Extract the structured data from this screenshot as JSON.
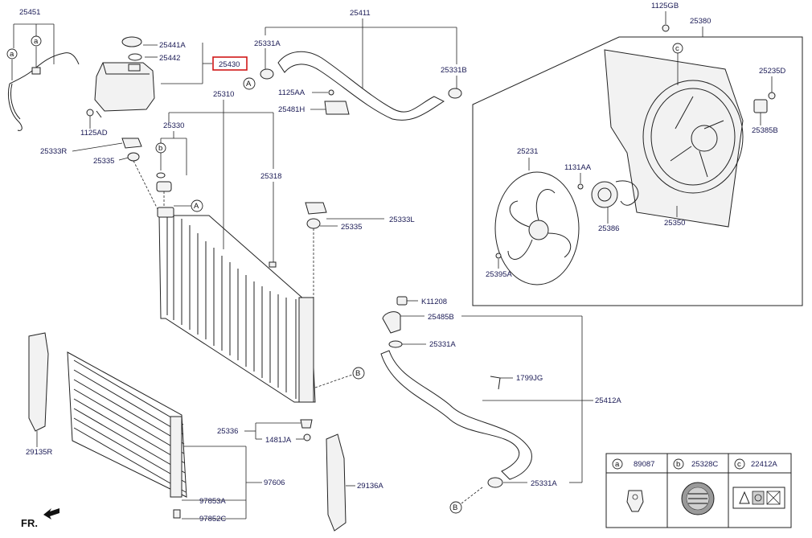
{
  "parts": {
    "p25451": "25451",
    "p25441A": "25441A",
    "p25442": "25442",
    "p25430": "25430",
    "p1125AD": "1125AD",
    "p25333R": "25333R",
    "p25335_top": "25335",
    "p25330": "25330",
    "p25310": "25310",
    "p25411": "25411",
    "p25331A_top": "25331A",
    "p25331B": "25331B",
    "p1125AA": "1125AA",
    "p25481H": "25481H",
    "p25318": "25318",
    "p25333L": "25333L",
    "p25335_mid": "25335",
    "p1125GB": "1125GB",
    "p25380": "25380",
    "p25235D": "25235D",
    "p25385B": "25385B",
    "p25231": "25231",
    "p1131AA": "1131AA",
    "p25386": "25386",
    "p25350": "25350",
    "p25395A": "25395A",
    "pK11208": "K11208",
    "p25485B": "25485B",
    "p25331A_mid": "25331A",
    "p1799JG": "1799JG",
    "p25412A": "25412A",
    "p25331A_bot": "25331A",
    "p25336": "25336",
    "p1481JA": "1481JA",
    "p29135R": "29135R",
    "p29136A": "29136A",
    "p97606": "97606",
    "p97853A": "97853A",
    "p97852C": "97852C"
  },
  "callouts": {
    "a": "a",
    "b": "b",
    "c": "c",
    "A": "A",
    "B": "B"
  },
  "legend": {
    "a_code": "89087",
    "b_code": "25328C",
    "c_code": "22412A"
  },
  "front_label": "FR.",
  "highlight_color": "#d01818",
  "label_color": "#1a1a55"
}
